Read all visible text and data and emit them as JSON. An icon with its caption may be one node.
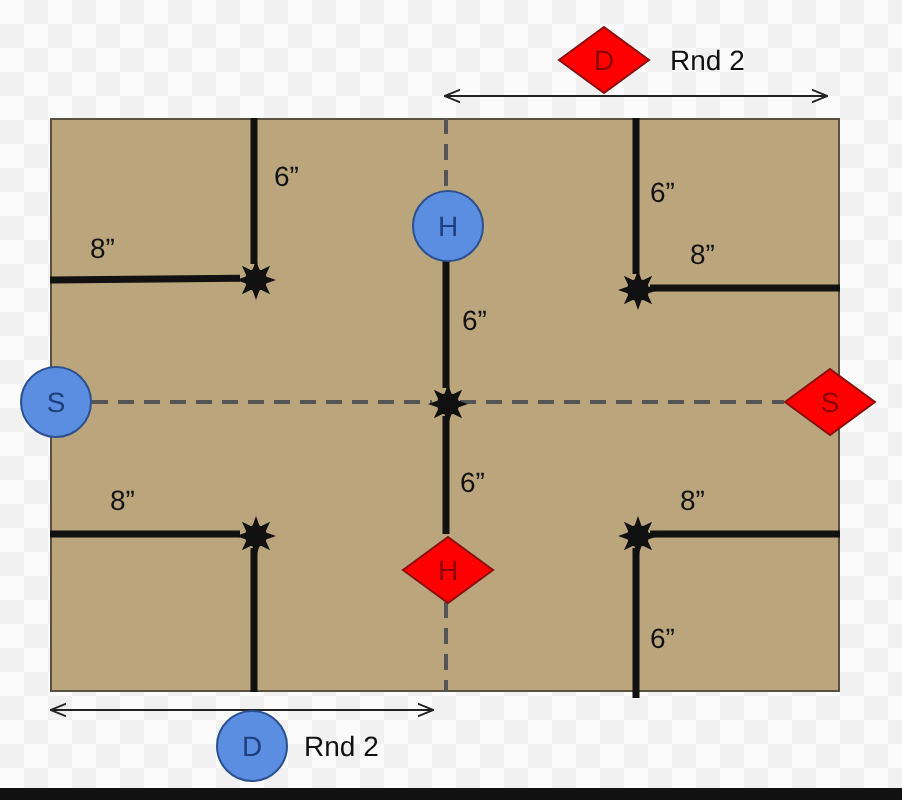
{
  "diagram": {
    "nodes": [
      {
        "text": [
          "D"
        ],
        "beside": [
          "Rnd 2"
        ]
      },
      {
        "text": [],
        "shape": "box"
      },
      {
        "text": [
          "H"
        ],
        "in": 1
      },
      {
        "text": [],
        "shape": "star",
        "in": 1
      },
      {
        "text": [],
        "shape": "star",
        "in": 1
      },
      {
        "text": [
          "S"
        ]
      },
      {
        "text": [],
        "shape": "star",
        "in": 1
      },
      {
        "text": [
          "S"
        ]
      },
      {
        "text": [],
        "shape": "star",
        "in": 1
      },
      {
        "text": [],
        "shape": "star",
        "in": 1
      },
      {
        "text": [
          "H"
        ],
        "in": 1
      },
      {
        "text": [
          "D"
        ],
        "beside": [
          "Rnd 2"
        ]
      }
    ],
    "edges": [
      {
        "from": null,
        "to": 2,
        "arrow": "none",
        "style": "dashed",
        "color": "#555555"
      },
      {
        "from": 2,
        "to": 6,
        "arrow": "none"
      },
      {
        "from": 5,
        "to": 6,
        "arrow": "none",
        "style": "dashed",
        "color": "#555555"
      },
      {
        "from": 6,
        "to": 7,
        "arrow": "none",
        "style": "dashed",
        "color": "#555555"
      },
      {
        "from": 6,
        "to": 10,
        "arrow": "none"
      },
      {
        "from": 10,
        "to": null,
        "arrow": "none",
        "style": "dashed",
        "color": "#555555"
      },
      {
        "from": null,
        "to": 3,
        "arrow": "none"
      },
      {
        "from": null,
        "to": 3,
        "arrow": "none"
      },
      {
        "from": null,
        "to": 4,
        "arrow": "none"
      },
      {
        "from": null,
        "to": 4,
        "arrow": "none"
      },
      {
        "from": null,
        "to": 8,
        "arrow": "none"
      },
      {
        "from": null,
        "to": 8,
        "arrow": "none"
      },
      {
        "from": null,
        "to": 9,
        "arrow": "none"
      },
      {
        "from": null,
        "to": 9,
        "arrow": "none"
      }
    ],
    "labels": [
      "6”",
      "6”",
      "8”",
      "8”",
      "6”",
      "6”",
      "8”",
      "8”",
      "6”"
    ]
  }
}
